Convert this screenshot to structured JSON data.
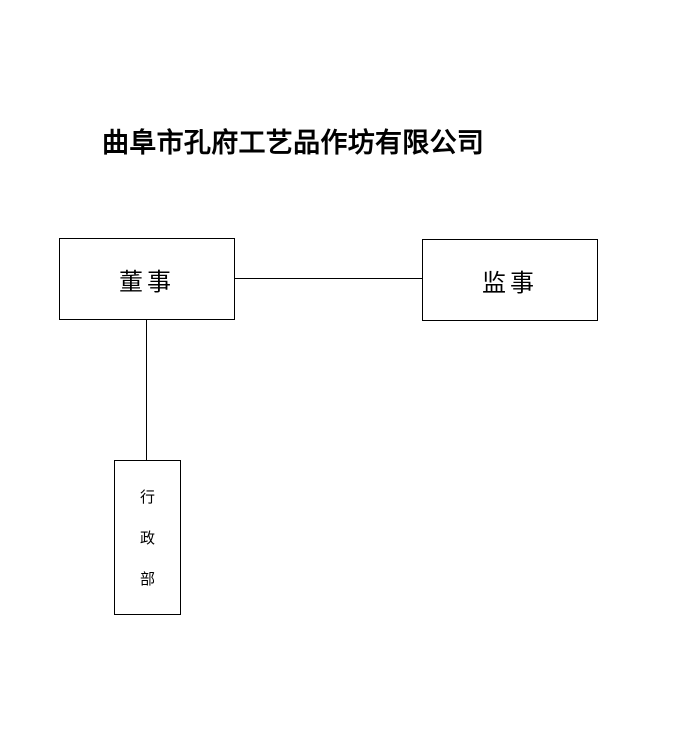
{
  "title": "曲阜市孔府工艺品作坊有限公司",
  "nodes": {
    "board": "董事",
    "supervisor": "监事",
    "admin": [
      "行",
      "政",
      "部"
    ]
  }
}
